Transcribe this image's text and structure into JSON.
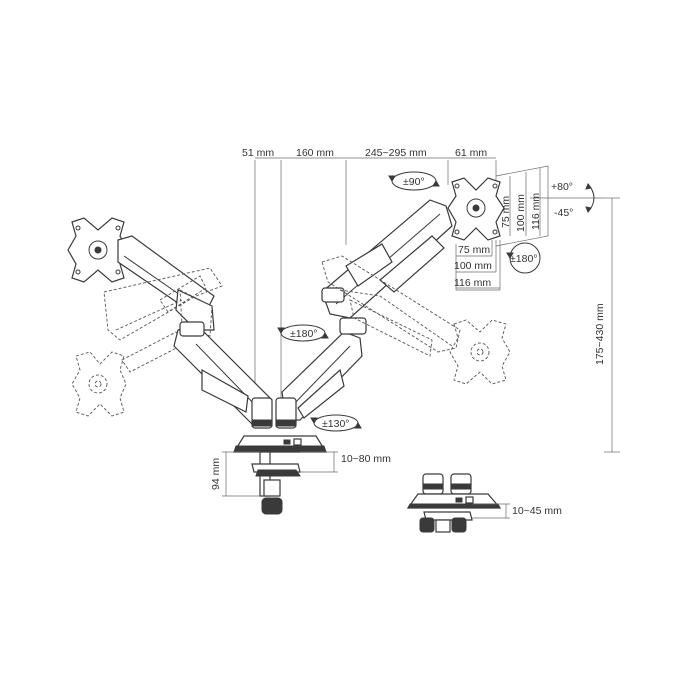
{
  "dimensions": {
    "offset_51": "51 mm",
    "arm_160": "160 mm",
    "arm_245_295": "245~295 mm",
    "plate_61": "61 mm",
    "vesa_75_h": "75 mm",
    "vesa_100_h": "100 mm",
    "vesa_116_h": "116 mm",
    "vesa_75_v": "75 mm",
    "vesa_100_v": "100 mm",
    "vesa_116_v": "116 mm",
    "height_range": "175~430 mm",
    "clamp_height": "94 mm",
    "clamp_range": "10~80 mm",
    "grommet_range": "10~45 mm"
  },
  "rotations": {
    "swivel_90": "±90°",
    "tilt_up": "+80°",
    "tilt_down": "-45°",
    "rotate_180_right": "±180°",
    "rotate_180_mid": "±180°",
    "rotate_130_base": "±130°"
  },
  "colors": {
    "line": "#3a3a3a",
    "dashed": "#555555",
    "text": "#333333",
    "background": "#ffffff"
  }
}
